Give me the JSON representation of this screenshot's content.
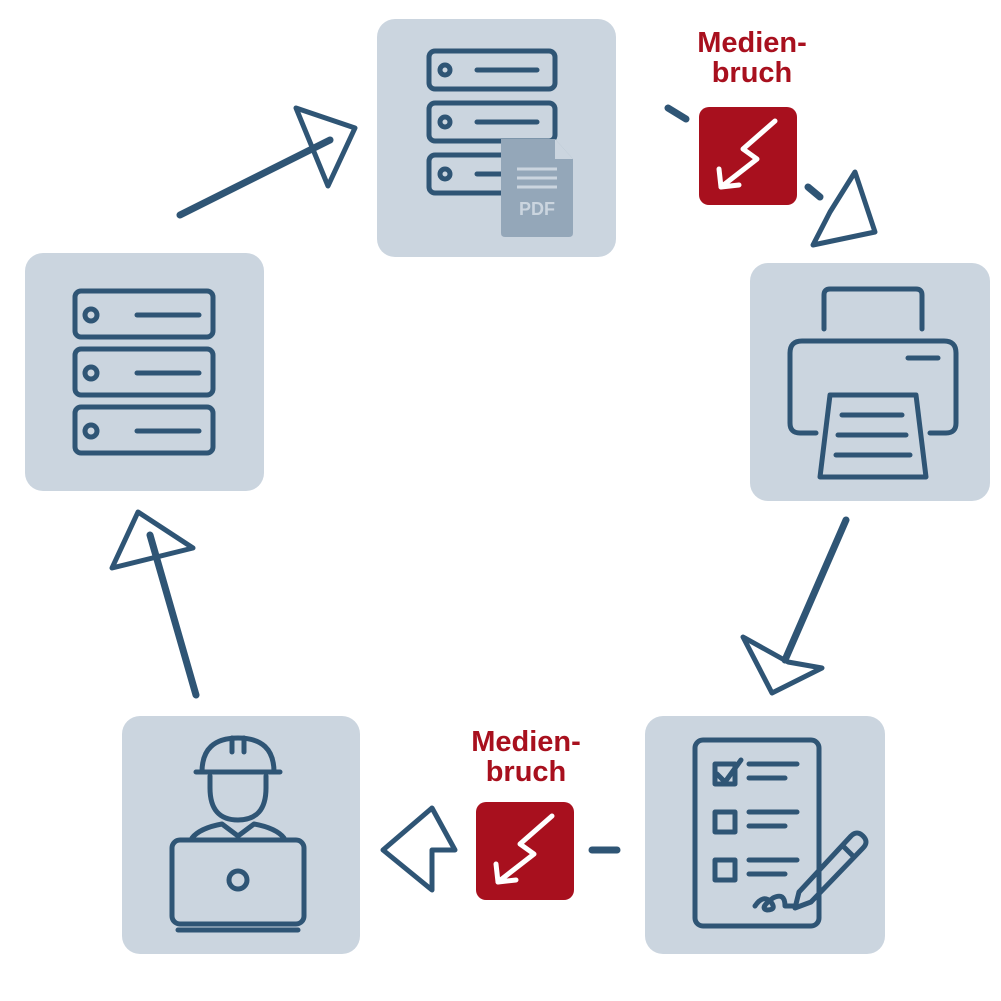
{
  "diagram": {
    "nodes": [
      {
        "id": "server-pdf",
        "icon": "server-pdf-icon",
        "pdf_label": "PDF"
      },
      {
        "id": "printer",
        "icon": "printer-icon"
      },
      {
        "id": "checklist",
        "icon": "checklist-signature-icon"
      },
      {
        "id": "worker",
        "icon": "worker-laptop-icon"
      },
      {
        "id": "server",
        "icon": "server-icon"
      }
    ],
    "media_breaks": [
      {
        "label_line1": "Medien-",
        "label_line2": "bruch",
        "icon": "lightning-break-icon"
      },
      {
        "label_line1": "Medien-",
        "label_line2": "bruch",
        "icon": "lightning-break-icon"
      }
    ],
    "colors": {
      "card": "#cbd5df",
      "ink": "#2f5575",
      "break": "#a8101e",
      "pdf_doc": "#94a7b9"
    }
  }
}
